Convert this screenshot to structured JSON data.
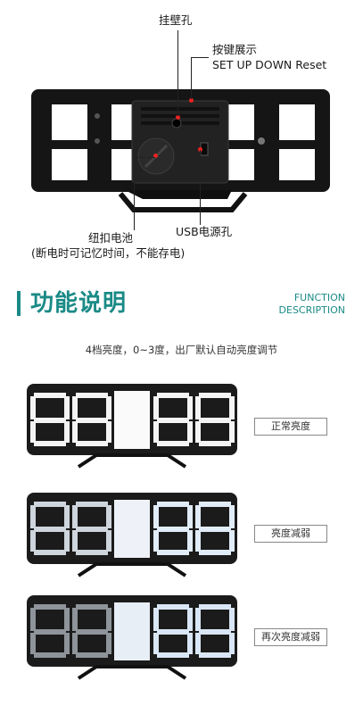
{
  "callouts": {
    "hang_hole": "挂壁孔",
    "buttons_title": "按键展示",
    "buttons_list": "SET UP DOWN Reset",
    "usb_port": "USB电源孔",
    "battery": "纽扣电池",
    "battery_note": "(断电时可记忆时间，不能存电)"
  },
  "section": {
    "title": "功能说明",
    "en_line1": "FUNCTION",
    "en_line2": "DESCRIPTION"
  },
  "brightness_note": "4档亮度，0~3度，出厂默认自动亮度调节",
  "modes": [
    {
      "label": "正常亮度",
      "glow": "#ffffff"
    },
    {
      "label": "亮度减弱",
      "glow": "#eef4fb"
    },
    {
      "label": "再次亮度减弱",
      "glow": "#e6eef8"
    }
  ],
  "colors": {
    "accent": "#1a8a86",
    "marker": "#e22222"
  }
}
